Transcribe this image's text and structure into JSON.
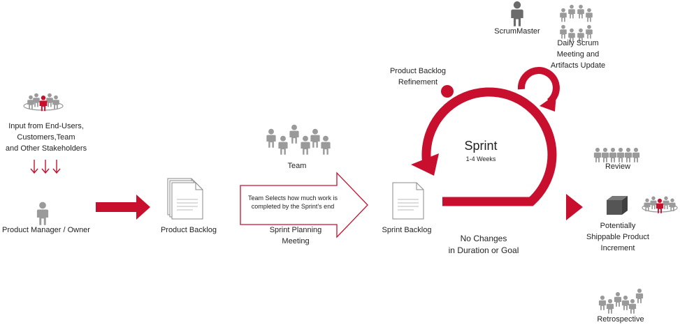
{
  "labels": {
    "inputs": "Input from End-Users,\nCustomers,Team\nand Other Stakeholders",
    "product_owner": "Product Manager / Owner",
    "product_backlog": "Product Backlog",
    "team": "Team",
    "team_selects": "Team Selects how much work is\ncompleted by the Sprint’s end",
    "sprint_planning": "Sprint Planning\nMeeting",
    "sprint_backlog": "Sprint Backlog",
    "backlog_refinement": "Product Backlog\nRefinement",
    "scrum_master": "ScrumMaster",
    "daily_scrum": "Daily Scrum\nMeeting and\nArtifacts Update",
    "sprint": "Sprint",
    "sprint_duration": "1-4 Weeks",
    "no_changes": "No Changes\nin Duration or Goal",
    "review": "Review",
    "increment": "Potentially\nShippable Product\nIncrement",
    "retrospective": "Retrospective"
  },
  "colors": {
    "accent": "#c8102e",
    "person": "#9a9a9a",
    "person_dark": "#6b6b6b",
    "doc_stroke": "#8a8a8a",
    "cube": "#555555"
  },
  "icons": {
    "person": "person-icon",
    "group": "people-group-icon",
    "document": "document-icon",
    "cube": "cube-icon"
  }
}
